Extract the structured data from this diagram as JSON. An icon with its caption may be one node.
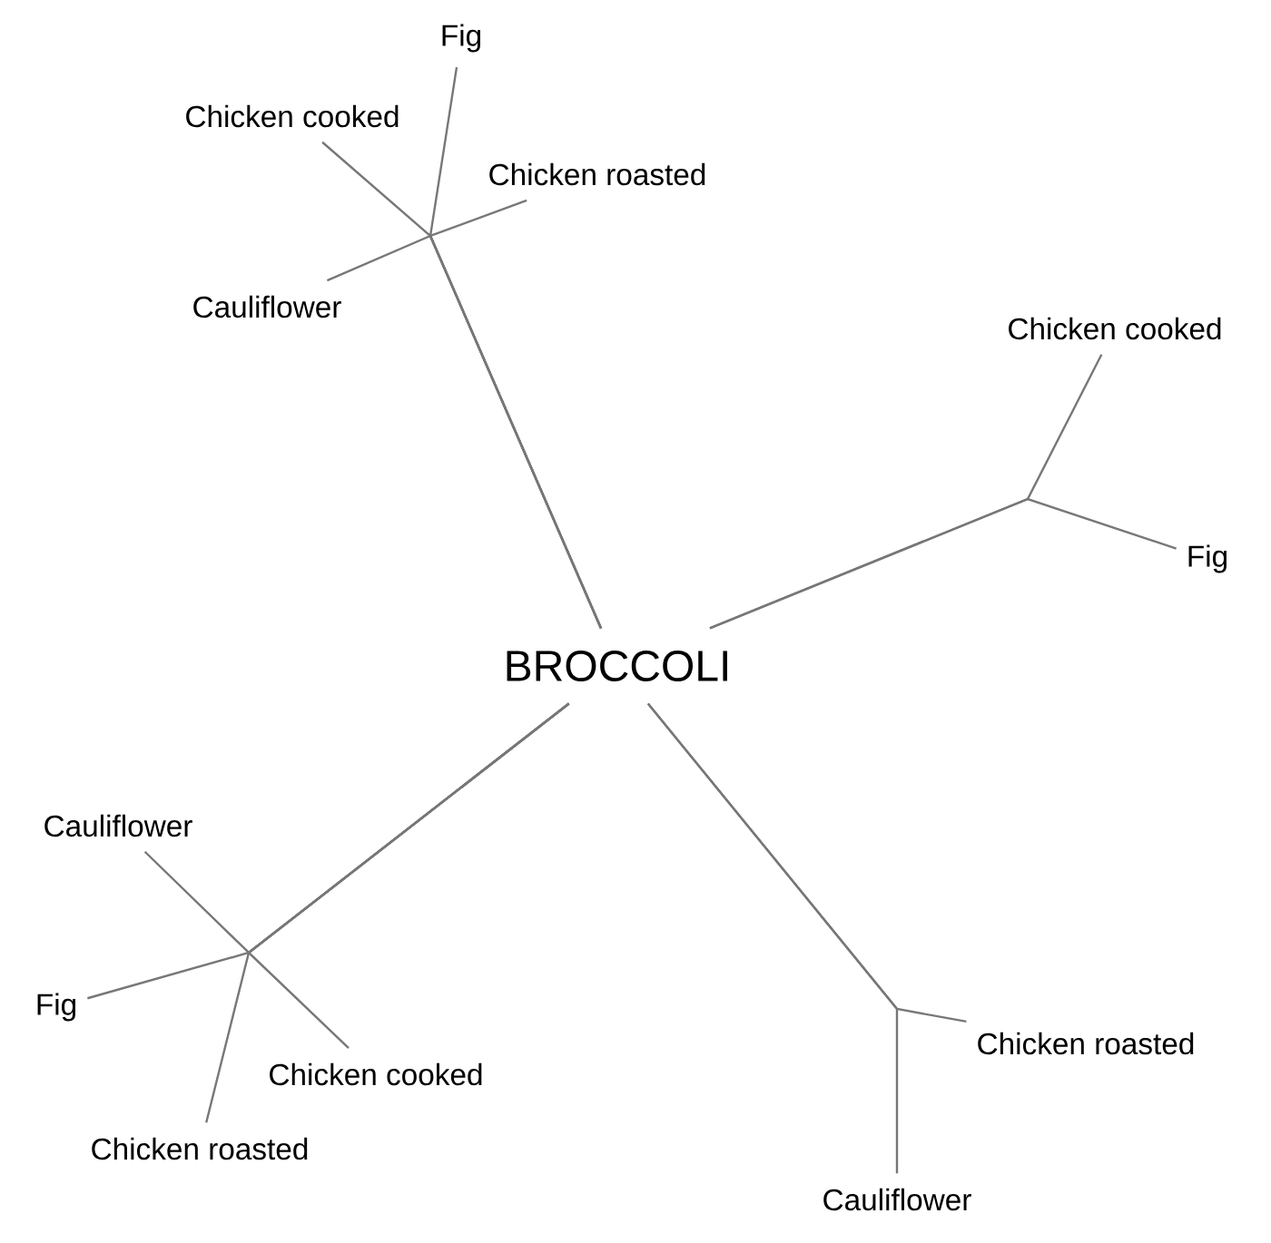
{
  "diagram": {
    "nodes": [
      {
        "text": [
          "BROCCOLI"
        ]
      },
      {
        "text": [
          "Fig"
        ]
      },
      {
        "text": [
          "Chicken cooked"
        ]
      },
      {
        "text": [
          "Chicken roasted"
        ]
      },
      {
        "text": [
          "Cauliflower"
        ]
      },
      {
        "text": [
          "Chicken cooked"
        ]
      },
      {
        "text": [
          "Fig"
        ]
      },
      {
        "text": [
          "Cauliflower"
        ]
      },
      {
        "text": [
          "Fig"
        ]
      },
      {
        "text": [
          "Chicken cooked"
        ]
      },
      {
        "text": [
          "Chicken roasted"
        ]
      },
      {
        "text": [
          "Chicken roasted"
        ]
      },
      {
        "text": [
          "Cauliflower"
        ]
      }
    ],
    "edges": [
      {
        "from": 0,
        "to": 1,
        "arrow": "none"
      },
      {
        "from": 0,
        "to": 2,
        "arrow": "none"
      },
      {
        "from": 0,
        "to": 3,
        "arrow": "none"
      },
      {
        "from": 0,
        "to": 4,
        "arrow": "none"
      },
      {
        "from": 0,
        "to": 5,
        "arrow": "none"
      },
      {
        "from": 0,
        "to": 6,
        "arrow": "none"
      },
      {
        "from": 0,
        "to": 7,
        "arrow": "none"
      },
      {
        "from": 0,
        "to": 8,
        "arrow": "none"
      },
      {
        "from": 0,
        "to": 9,
        "arrow": "none"
      },
      {
        "from": 0,
        "to": 10,
        "arrow": "none"
      },
      {
        "from": 0,
        "to": 11,
        "arrow": "none"
      },
      {
        "from": 0,
        "to": 12,
        "arrow": "none"
      }
    ]
  }
}
